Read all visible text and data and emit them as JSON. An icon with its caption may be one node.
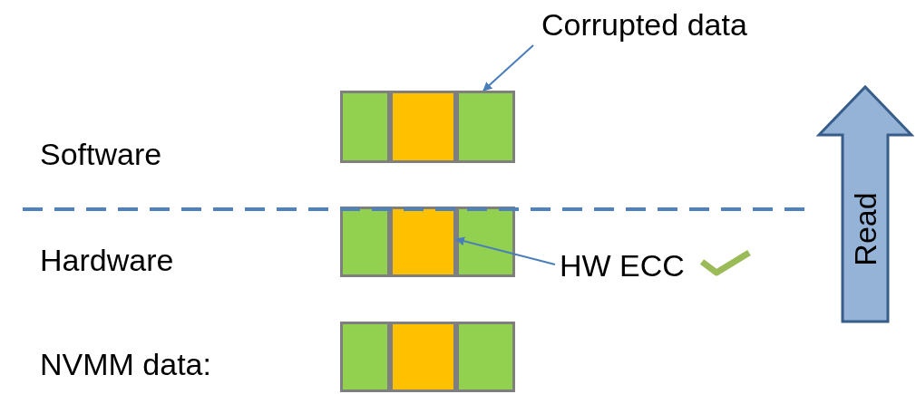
{
  "diagram": {
    "nodes": [
      {
        "text": [
          "Corrupted data"
        ]
      },
      {
        "text": [],
        "shape": "box"
      },
      {
        "text": [],
        "shape": "box"
      },
      {
        "text": [],
        "shape": "box"
      },
      {
        "text": [],
        "shape": "box"
      },
      {
        "text": [],
        "shape": "box"
      },
      {
        "text": [],
        "shape": "box"
      },
      {
        "text": [
          "HW ECC"
        ]
      },
      {
        "text": [],
        "shape": "box"
      },
      {
        "text": [],
        "shape": "box"
      },
      {
        "text": [],
        "shape": "box"
      },
      {
        "text": [
          "Read"
        ]
      }
    ],
    "edges": [
      {
        "from": 0,
        "to": 3,
        "arrow": "to"
      },
      {
        "from": 7,
        "to": 5,
        "arrow": "to"
      }
    ],
    "labels": [
      "Software",
      "Hardware",
      "NVMM data:"
    ]
  }
}
